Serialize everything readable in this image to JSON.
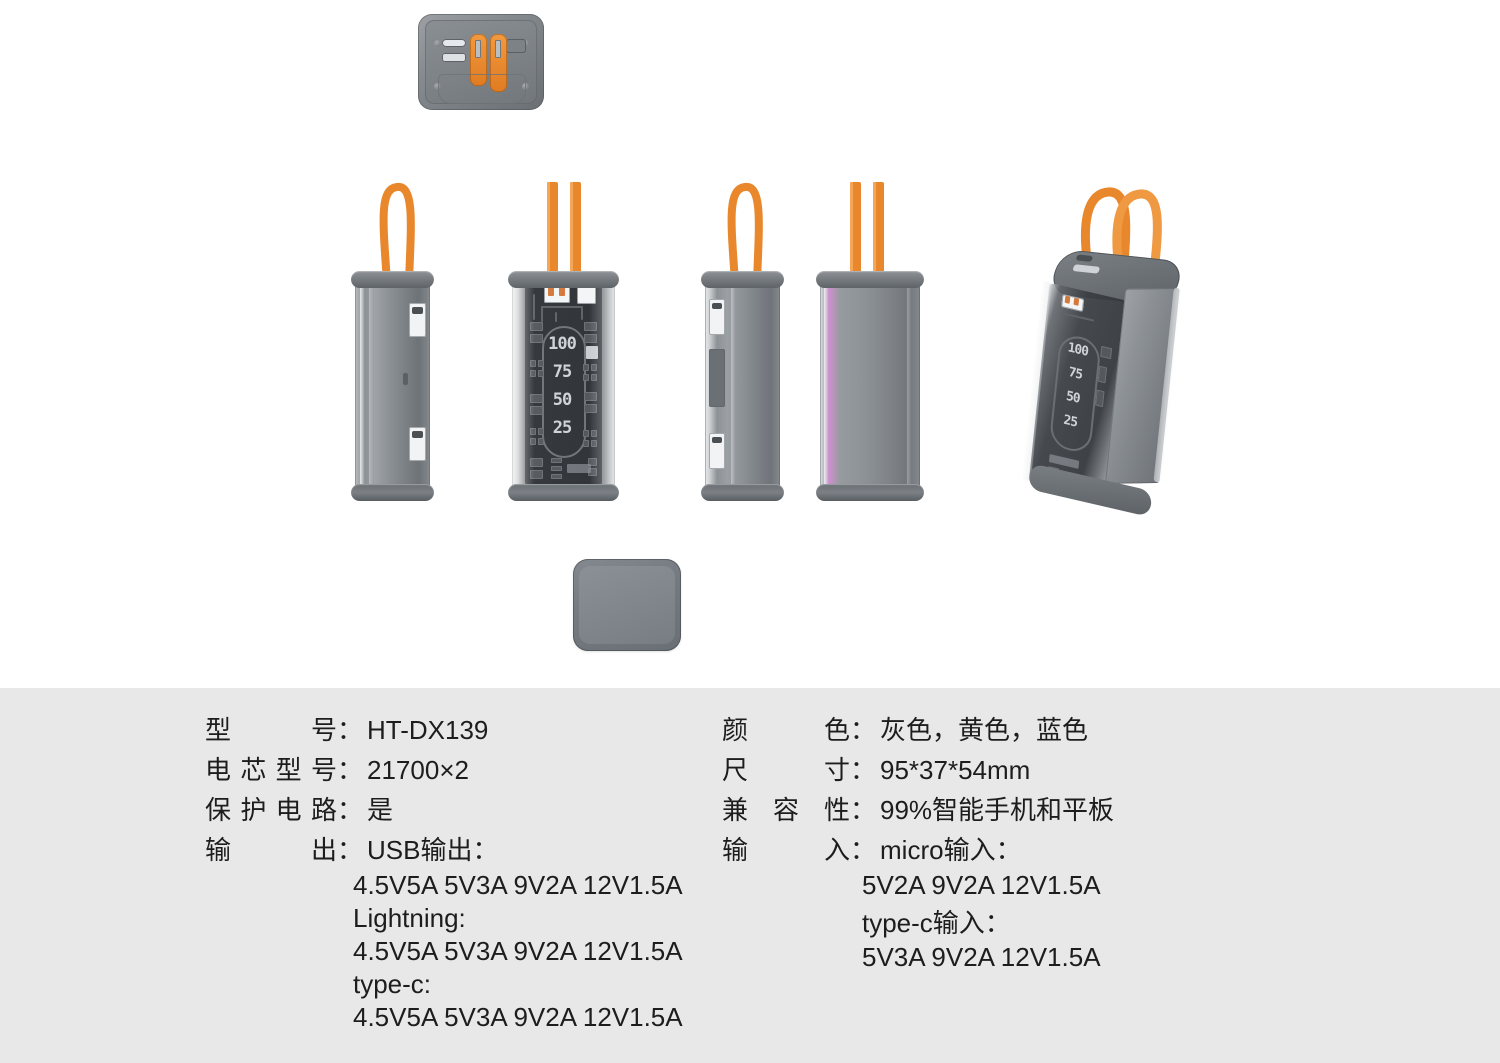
{
  "colors": {
    "page_background": "#ffffff",
    "spec_background": "#e8e8e8",
    "text": "#1d1d1d",
    "accent_orange": "#e8872c",
    "body_grey": "#8a8f93",
    "pcb_dark": "#32363b"
  },
  "product": {
    "battery_indicator_levels": [
      "100",
      "75",
      "50",
      "25"
    ],
    "views": [
      {
        "name": "adapter-top-view",
        "label": ""
      },
      {
        "name": "side-view-closed",
        "label": ""
      },
      {
        "name": "internal-pcb-view",
        "label": ""
      },
      {
        "name": "side-view-ports",
        "label": ""
      },
      {
        "name": "back-view",
        "label": ""
      },
      {
        "name": "perspective-view",
        "label": ""
      },
      {
        "name": "end-cap-piece",
        "label": ""
      }
    ]
  },
  "specs": {
    "left": [
      {
        "label": "型号",
        "value": "HT-DX139"
      },
      {
        "label": "电芯型号",
        "value": "21700×2"
      },
      {
        "label": "保护电路",
        "value": "是"
      },
      {
        "label": "输出",
        "value": "USB输出："
      }
    ],
    "left_sub": [
      "4.5V5A 5V3A 9V2A 12V1.5A",
      "Lightning:",
      "4.5V5A 5V3A 9V2A 12V1.5A",
      "type-c:",
      "4.5V5A 5V3A 9V2A 12V1.5A"
    ],
    "right": [
      {
        "label": "颜色",
        "value": "灰色，黄色，蓝色"
      },
      {
        "label": "尺寸",
        "value": "95*37*54mm"
      },
      {
        "label": "兼容性",
        "value": "99%智能手机和平板"
      },
      {
        "label": "输入",
        "value": "micro输入："
      }
    ],
    "right_sub": [
      "5V2A 9V2A 12V1.5A",
      "type-c输入：",
      "5V3A 9V2A 12V1.5A"
    ],
    "colon": "："
  }
}
